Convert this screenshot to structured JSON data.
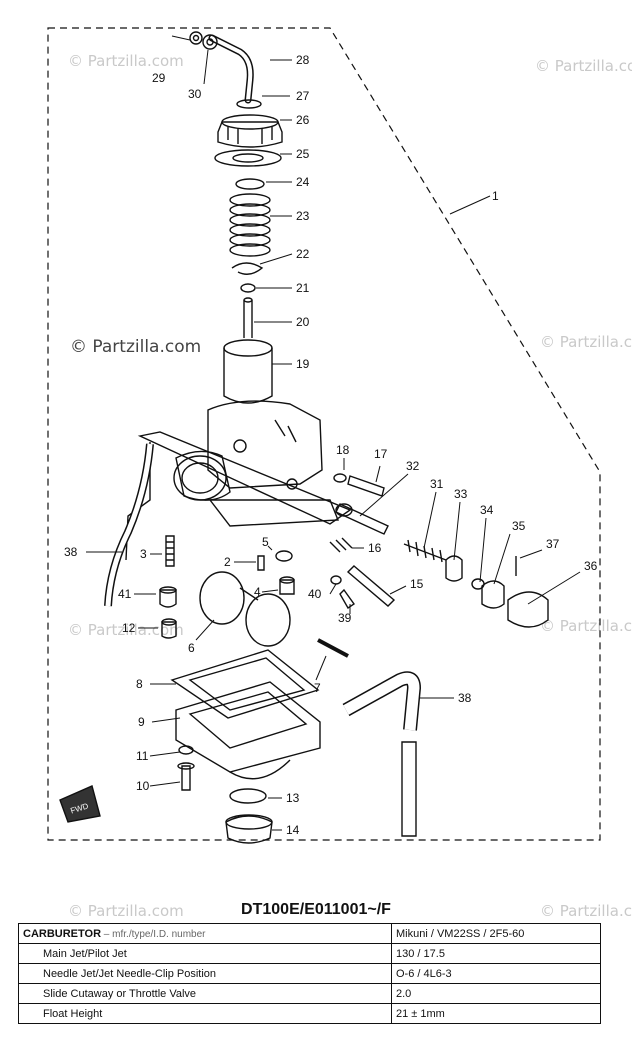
{
  "watermark": "© Partzilla.com",
  "watermark_faint": "© Partzilla.com",
  "part_labels": [
    "1",
    "2",
    "3",
    "4",
    "5",
    "6",
    "7",
    "8",
    "9",
    "10",
    "11",
    "12",
    "13",
    "14",
    "15",
    "16",
    "17",
    "18",
    "19",
    "20",
    "21",
    "22",
    "23",
    "24",
    "25",
    "26",
    "27",
    "28",
    "29",
    "30",
    "31",
    "32",
    "33",
    "34",
    "35",
    "36",
    "37",
    "38",
    "38",
    "39",
    "40",
    "41"
  ],
  "fwd_label": "FWD",
  "spec": {
    "title": "DT100E/E011001~/F",
    "rows": [
      {
        "label": "CARBURETOR",
        "sub": " – mfr./type/I.D. number",
        "value": "Mikuni / VM22SS / 2F5-60"
      },
      {
        "label": "Main Jet/Pilot Jet",
        "value": "130 / 17.5"
      },
      {
        "label": "Needle Jet/Jet Needle-Clip Position",
        "value": "O-6 / 4L6-3"
      },
      {
        "label": "Slide Cutaway or Throttle Valve",
        "value": "2.0"
      },
      {
        "label": "Float Height",
        "value": "21 ± 1mm"
      }
    ]
  }
}
